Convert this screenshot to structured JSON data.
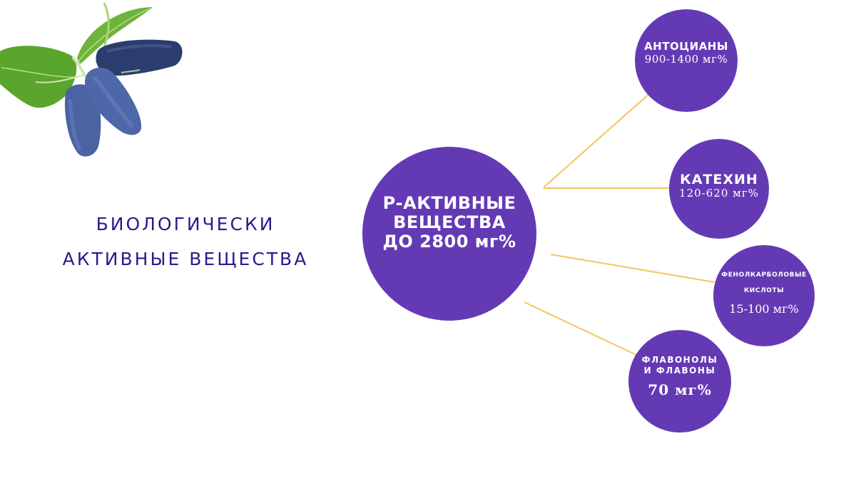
{
  "title": {
    "line1": "БИОЛОГИЧЕСКИ",
    "line2": "АКТИВНЫЕ ВЕЩЕСТВА"
  },
  "illustration": {
    "subject": "honeysuckle-berries-with-leaves"
  },
  "colors": {
    "circle_fill": "#643ab4",
    "connector": "#f6c55a",
    "title_text": "#2a1a8f",
    "circle_text": "#ffffff",
    "background": "#ffffff"
  },
  "main_node": {
    "line1": "Р-АКТИВНЫЕ",
    "line2": "ВЕЩЕСТВА",
    "line3": "ДО 2800 мг%"
  },
  "nodes": [
    {
      "name": "АНТОЦИАНЫ",
      "value": "900-1400 мг%"
    },
    {
      "name": "КАТЕХИН",
      "value": "120-620 мг%"
    },
    {
      "name_line1": "ФЕНОЛКАРБОЛОВЫЕ",
      "name_line2": "КИСЛОТЫ",
      "value": "15-100 мг%"
    },
    {
      "name_line1": "ФЛАВОНОЛЫ",
      "name_line2": "И ФЛАВОНЫ",
      "value": "70 мг%"
    }
  ]
}
